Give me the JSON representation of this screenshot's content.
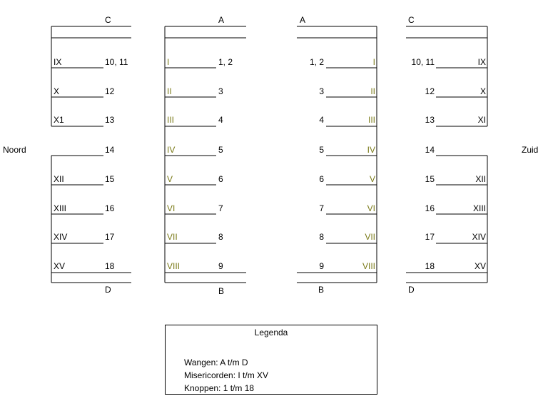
{
  "directions": {
    "north": "Noord",
    "south": "Zuid"
  },
  "wangen": {
    "a": "A",
    "b": "B",
    "c": "C",
    "d": "D"
  },
  "rows": {
    "north_outer": [
      {
        "roman": "IX",
        "number": "10, 11"
      },
      {
        "roman": "X",
        "number": "12"
      },
      {
        "roman": "X1",
        "number": "13"
      },
      {
        "roman": "",
        "number": "14"
      },
      {
        "roman": "XII",
        "number": "15"
      },
      {
        "roman": "XIII",
        "number": "16"
      },
      {
        "roman": "XIV",
        "number": "17"
      },
      {
        "roman": "XV",
        "number": "18"
      }
    ],
    "north_inner": [
      {
        "roman": "I",
        "number": "1, 2"
      },
      {
        "roman": "II",
        "number": "3"
      },
      {
        "roman": "III",
        "number": "4"
      },
      {
        "roman": "IV",
        "number": "5"
      },
      {
        "roman": "V",
        "number": "6"
      },
      {
        "roman": "VI",
        "number": "7"
      },
      {
        "roman": "VII",
        "number": "8"
      },
      {
        "roman": "VIII",
        "number": "9"
      }
    ],
    "south_inner": [
      {
        "roman": "I",
        "number": "1, 2"
      },
      {
        "roman": "II",
        "number": "3"
      },
      {
        "roman": "III",
        "number": "4"
      },
      {
        "roman": "IV",
        "number": "5"
      },
      {
        "roman": "V",
        "number": "6"
      },
      {
        "roman": "VI",
        "number": "7"
      },
      {
        "roman": "VII",
        "number": "8"
      },
      {
        "roman": "VIII",
        "number": "9"
      }
    ],
    "south_outer": [
      {
        "roman": "IX",
        "number": "10, 11"
      },
      {
        "roman": "X",
        "number": "12"
      },
      {
        "roman": "XI",
        "number": "13"
      },
      {
        "roman": "",
        "number": "14"
      },
      {
        "roman": "XII",
        "number": "15"
      },
      {
        "roman": "XIII",
        "number": "16"
      },
      {
        "roman": "XIV",
        "number": "17"
      },
      {
        "roman": "XV",
        "number": "18"
      }
    ]
  },
  "legend": {
    "title": "Legenda",
    "lines": [
      "Wangen: A t/m D",
      "Misericorden: I t/m XV",
      "Knoppen: 1 t/m 18"
    ]
  }
}
